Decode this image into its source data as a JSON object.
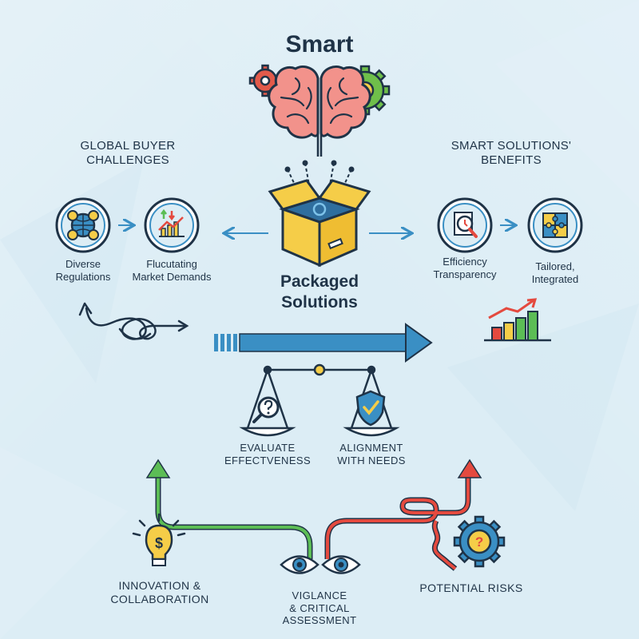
{
  "title": "Smart",
  "left": {
    "heading_line1": "GLOBAL BUYER",
    "heading_line2": "CHALLENGES",
    "items": [
      {
        "line1": "Diverse",
        "line2": "Regulations"
      },
      {
        "line1": "Flucutating",
        "line2": "Market Demands"
      }
    ]
  },
  "right": {
    "heading_line1": "SMART SOLUTIONS'",
    "heading_line2": "BENEFITS",
    "items": [
      {
        "line1": "Efficiency",
        "line2": "Transparency"
      },
      {
        "line1": "Tailored,",
        "line2": "Integrated"
      }
    ]
  },
  "center": {
    "label_line1": "Packaged",
    "label_line2": "Solutions"
  },
  "scale": {
    "left_line1": "EVALUATE",
    "left_line2": "EFFECTVENESS",
    "right_line1": "ALIGNMENT",
    "right_line2": "WITH NEEDS"
  },
  "bottom": {
    "left_line1": "INNOVATION &",
    "left_line2": "COLLABORATION",
    "center_line1": "VIGLANCE",
    "center_line2": "& CRITICAL",
    "center_line3": "ASSESSMENT",
    "right": "POTENTIAL RISKS"
  },
  "colors": {
    "navy": "#1f3347",
    "blue": "#3a8fc4",
    "yellow": "#f5cd48",
    "brain": "#f2928b",
    "green": "#5cbd55",
    "red": "#e44a3f",
    "gear_green": "#6fbf4a",
    "gear_red": "#e25a4a"
  },
  "icons": [
    "gear-icon",
    "brain-icon",
    "box-icon",
    "globe-document-icon",
    "market-chart-icon",
    "magnifier-document-icon",
    "puzzle-icon",
    "knot-arrow-icon",
    "bar-chart-growth-icon",
    "balance-scale-icon",
    "magnifier-question-icon",
    "shield-check-icon",
    "lightbulb-dollar-icon",
    "eyes-icon",
    "gear-question-icon"
  ]
}
